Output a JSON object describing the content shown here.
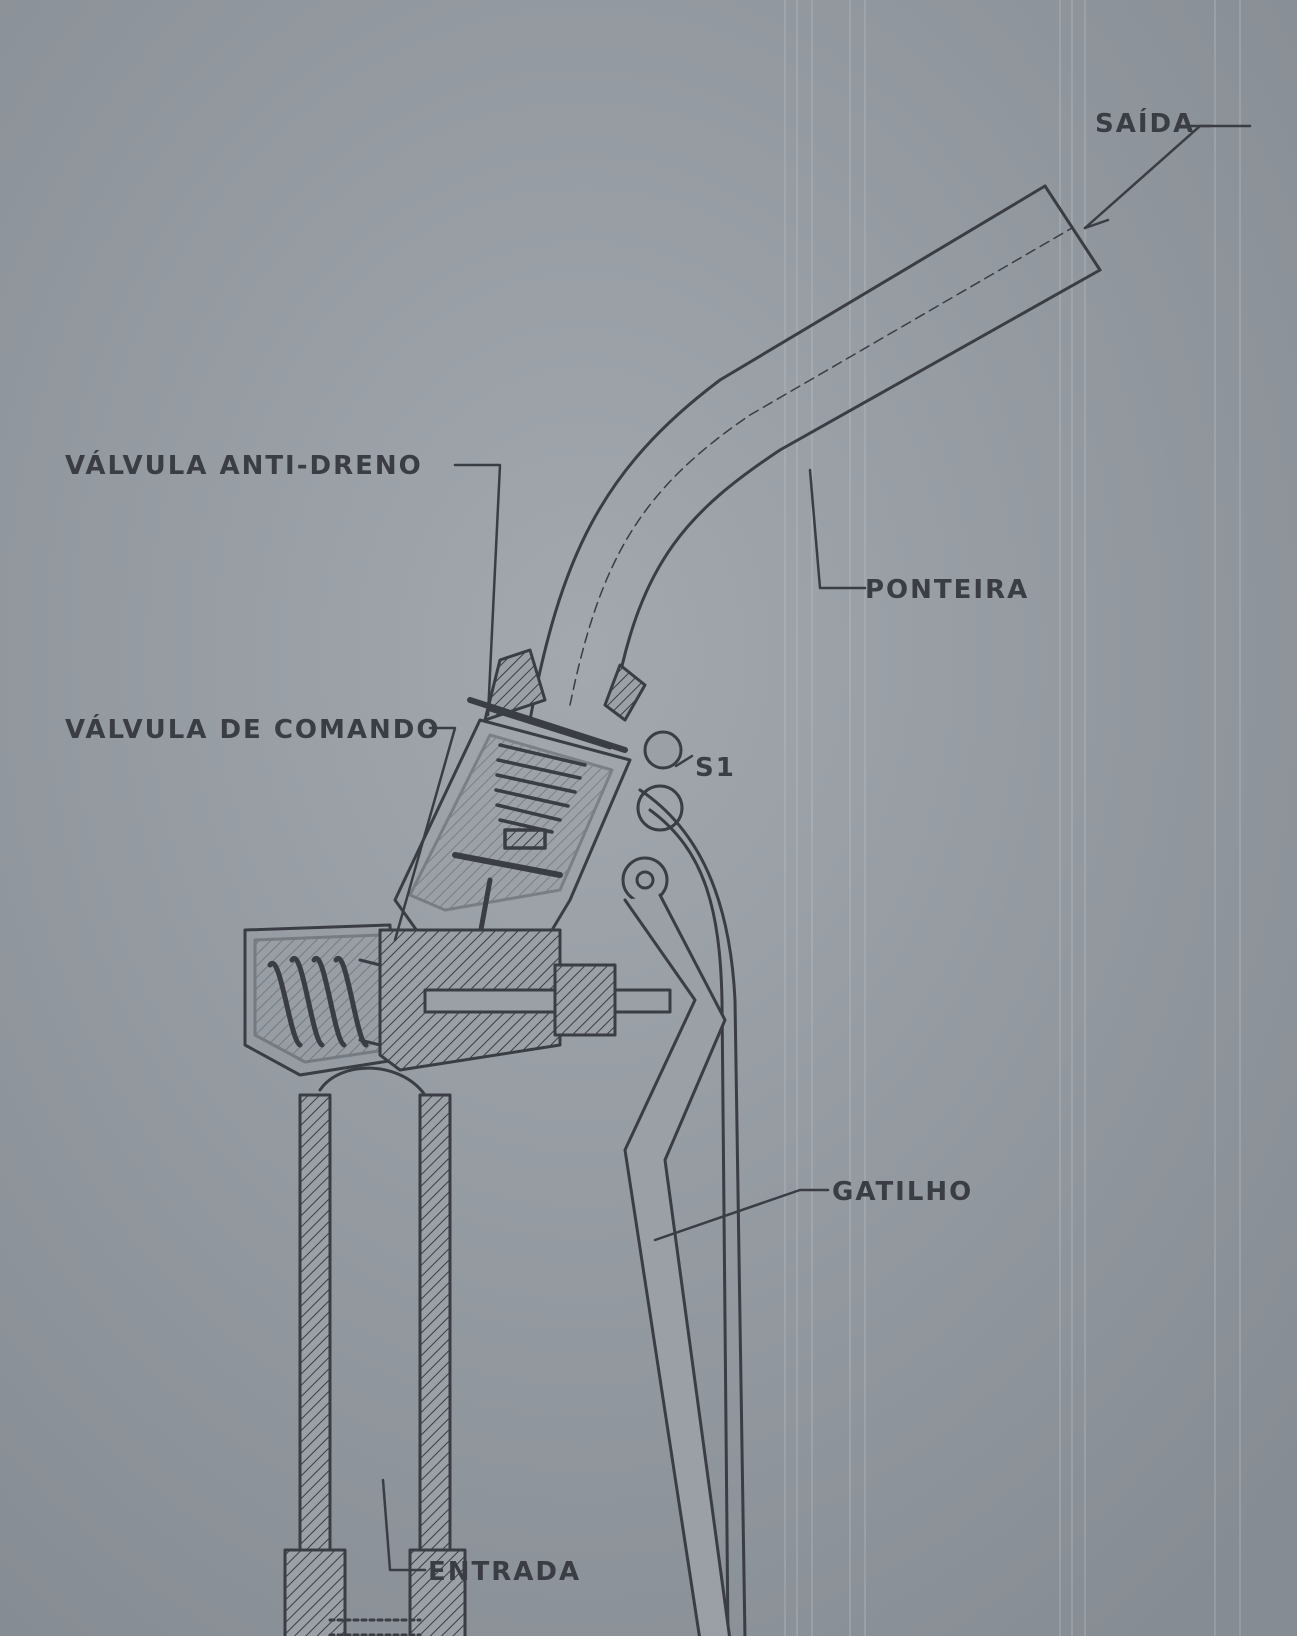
{
  "diagram": {
    "labels": {
      "saida": "SAÍDA",
      "ponteira": "PONTEIRA",
      "valvula_anti_dreno": "VÁLVULA ANTI-DRENO",
      "valvula_de_comando": "VÁLVULA DE COMANDO",
      "s1": "S1",
      "gatilho": "GATILHO",
      "entrada": "ENTRADA"
    },
    "colors": {
      "background": "#8f959c",
      "ink": "#3a3d44"
    }
  }
}
